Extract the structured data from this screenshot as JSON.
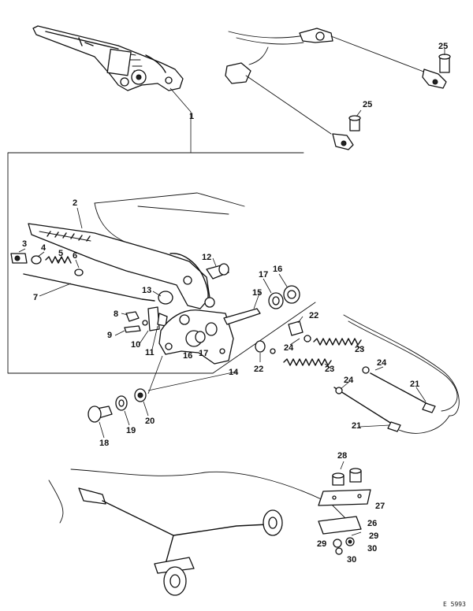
{
  "figure": {
    "reference_code": "E 5993"
  },
  "callouts": [
    {
      "id": "c1",
      "text": "1"
    },
    {
      "id": "c2",
      "text": "2"
    },
    {
      "id": "c3",
      "text": "3"
    },
    {
      "id": "c4",
      "text": "4"
    },
    {
      "id": "c5",
      "text": "5"
    },
    {
      "id": "c6",
      "text": "6"
    },
    {
      "id": "c7",
      "text": "7"
    },
    {
      "id": "c8",
      "text": "8"
    },
    {
      "id": "c9",
      "text": "9"
    },
    {
      "id": "c10",
      "text": "10"
    },
    {
      "id": "c11",
      "text": "11"
    },
    {
      "id": "c12",
      "text": "12"
    },
    {
      "id": "c13",
      "text": "13"
    },
    {
      "id": "c14",
      "text": "14"
    },
    {
      "id": "c15",
      "text": "15"
    },
    {
      "id": "c16a",
      "text": "16"
    },
    {
      "id": "c16b",
      "text": "16"
    },
    {
      "id": "c17a",
      "text": "17"
    },
    {
      "id": "c17b",
      "text": "17"
    },
    {
      "id": "c18",
      "text": "18"
    },
    {
      "id": "c19",
      "text": "19"
    },
    {
      "id": "c20",
      "text": "20"
    },
    {
      "id": "c21a",
      "text": "21"
    },
    {
      "id": "c21b",
      "text": "21"
    },
    {
      "id": "c22a",
      "text": "22"
    },
    {
      "id": "c22b",
      "text": "22"
    },
    {
      "id": "c23a",
      "text": "23"
    },
    {
      "id": "c23b",
      "text": "23"
    },
    {
      "id": "c24a",
      "text": "24"
    },
    {
      "id": "c24b",
      "text": "24"
    },
    {
      "id": "c24c",
      "text": "24"
    },
    {
      "id": "c25a",
      "text": "25"
    },
    {
      "id": "c25b",
      "text": "25"
    },
    {
      "id": "c26",
      "text": "26"
    },
    {
      "id": "c27",
      "text": "27"
    },
    {
      "id": "c28",
      "text": "28"
    },
    {
      "id": "c29a",
      "text": "29"
    },
    {
      "id": "c29b",
      "text": "29"
    },
    {
      "id": "c30a",
      "text": "30"
    },
    {
      "id": "c30b",
      "text": "30"
    }
  ]
}
